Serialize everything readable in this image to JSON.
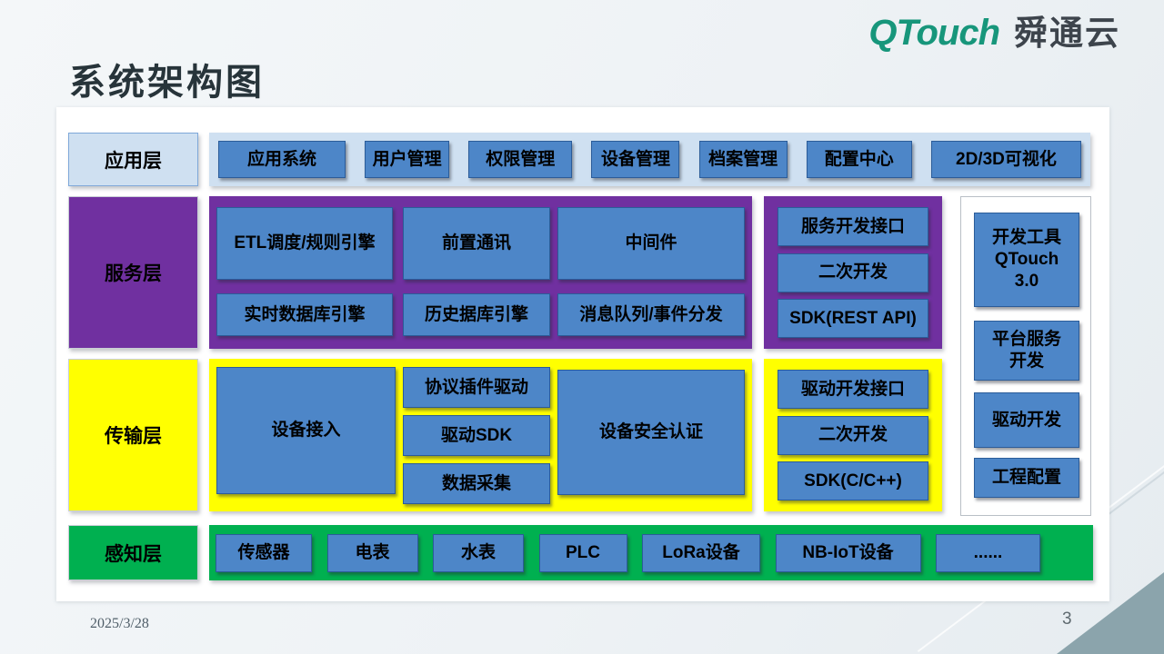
{
  "logo": {
    "brand": "QTouch",
    "brand_cn": "舜通云"
  },
  "title": "系统架构图",
  "footer": {
    "date": "2025/3/28",
    "page": "3"
  },
  "colors": {
    "blue": "#4d86c8",
    "blue-border": "#2b5c99",
    "purple": "#7030a0",
    "yellow": "#ffff00",
    "green": "#00b050",
    "lightblue": "#cfe0f1",
    "accent-green": "#17967b"
  },
  "layers": {
    "app": {
      "label": "应用层",
      "items": [
        "应用系统",
        "用户管理",
        "权限管理",
        "设备管理",
        "档案管理",
        "配置中心",
        "2D/3D可视化"
      ]
    },
    "service": {
      "label": "服务层",
      "row1": [
        "ETL调度/规则引擎",
        "前置通讯",
        "中间件"
      ],
      "row2": [
        "实时数据库引擎",
        "历史据库引擎",
        "消息队列/事件分发"
      ],
      "side": [
        "服务开发接口",
        "二次开发",
        "SDK(REST API)"
      ]
    },
    "transport": {
      "label": "传输层",
      "big_left": "设备接入",
      "middle": [
        "协议插件驱动",
        "驱动SDK",
        "数据采集"
      ],
      "big_right": "设备安全认证",
      "side": [
        "驱动开发接口",
        "二次开发",
        "SDK(C/C++)"
      ]
    },
    "perception": {
      "label": "感知层",
      "items": [
        "传感器",
        "电表",
        "水表",
        "PLC",
        "LoRa设备",
        "NB-IoT设备",
        "......"
      ]
    }
  },
  "tools_column": {
    "items": [
      "开发工具\nQTouch\n3.0",
      "平台服务\n开发",
      "驱动开发",
      "工程配置"
    ]
  }
}
